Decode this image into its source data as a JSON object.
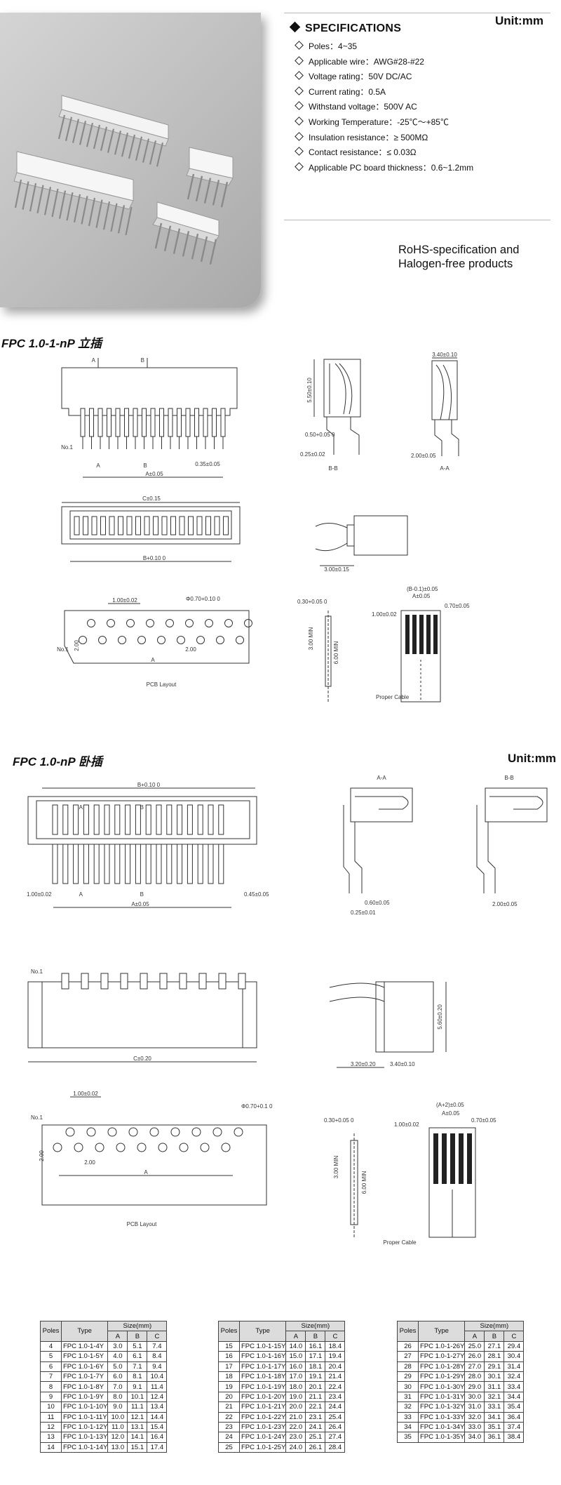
{
  "unit_label": "Unit:mm",
  "specs": {
    "title": "SPECIFICATIONS",
    "items": [
      "Poles：4~35",
      "Applicable wire：AWG#28-#22",
      "Voltage rating：50V DC/AC",
      "Current rating：0.5A",
      "Withstand voltage：500V AC",
      "Working Temperature：-25℃～+85℃",
      "Insulation resistance：≥ 500MΩ",
      "Contact resistance：≤ 0.03Ω",
      "Applicable PC board thickness：0.6~1.2mm"
    ]
  },
  "rohs": {
    "line1": "RoHS-specification and",
    "line2": "Halogen-free products"
  },
  "section1": {
    "title": "FPC 1.0-1-nP 立插",
    "labels": {
      "a": "A",
      "b": "B",
      "no1": "No.1",
      "a_dim": "A±0.05",
      "pitch": "0.35±0.05",
      "c_dim": "C±0.15",
      "b_dim": "B+0.10 0",
      "h": "5.50±0.10",
      "t1": "0.50+0.05 0",
      "t2": "0.25±0.02",
      "bb": "B-B",
      "w": "3.40±0.10",
      "w2": "2.00±0.05",
      "aa": "A-A",
      "side_w": "3.00±0.15",
      "p1": "1.00±0.02",
      "hole": "Φ0.70+0.10 0",
      "row": "2.00",
      "row2": "2.00",
      "pcb": "PCB Layout",
      "ct": "0.30+0.05 0",
      "cmin": "3.00 MIN",
      "cmin2": "6.00 MIN",
      "cp": "1.00±0.02",
      "cb": "(B-0.1)±0.05",
      "ca": "A±0.05",
      "cw": "0.70±0.05",
      "cable": "Proper Cable"
    }
  },
  "section2": {
    "title": "FPC 1.0-nP 卧插",
    "labels": {
      "b_dim": "B+0.10 0",
      "a": "A",
      "b": "B",
      "p": "1.00±0.02",
      "pw": "0.45±0.05",
      "a_dim": "A±0.05",
      "aa": "A-A",
      "bb": "B-B",
      "t1": "0.60±0.05",
      "t2": "0.25±0.01",
      "w2": "2.00±0.05",
      "no1": "No.1",
      "c_dim": "C±0.20",
      "h": "5.60±0.20",
      "s1": "3.20±0.20",
      "s2": "3.40±0.10",
      "pp": "1.00±0.02",
      "hole": "Φ0.70+0.1 0",
      "row": "2.00",
      "ap": "A",
      "pcb": "PCB Layout",
      "ct": "0.30+0.05 0",
      "cmin": "3.00 MIN",
      "cmin2": "6.00 MIN",
      "cp": "1.00±0.02",
      "ca2": "(A+2)±0.05",
      "ca": "A±0.05",
      "cw": "0.70±0.05",
      "cable": "Proper Cable"
    }
  },
  "table": {
    "headers": {
      "poles": "Poles",
      "type": "Type",
      "size": "Size(mm)",
      "a": "A",
      "b": "B",
      "c": "C"
    },
    "groups": [
      [
        [
          "4",
          "FPC 1.0-1-4Y",
          "3.0",
          "5.1",
          "7.4"
        ],
        [
          "5",
          "FPC 1.0-1-5Y",
          "4.0",
          "6.1",
          "8.4"
        ],
        [
          "6",
          "FPC 1.0-1-6Y",
          "5.0",
          "7.1",
          "9.4"
        ],
        [
          "7",
          "FPC 1.0-1-7Y",
          "6.0",
          "8.1",
          "10.4"
        ],
        [
          "8",
          "FPC 1.0-1-8Y",
          "7.0",
          "9.1",
          "11.4"
        ],
        [
          "9",
          "FPC 1.0-1-9Y",
          "8.0",
          "10.1",
          "12.4"
        ],
        [
          "10",
          "FPC 1.0-1-10Y",
          "9.0",
          "11.1",
          "13.4"
        ],
        [
          "11",
          "FPC 1.0-1-11Y",
          "10.0",
          "12.1",
          "14.4"
        ],
        [
          "12",
          "FPC 1.0-1-12Y",
          "11.0",
          "13.1",
          "15.4"
        ],
        [
          "13",
          "FPC 1.0-1-13Y",
          "12.0",
          "14.1",
          "16.4"
        ],
        [
          "14",
          "FPC 1.0-1-14Y",
          "13.0",
          "15.1",
          "17.4"
        ]
      ],
      [
        [
          "15",
          "FPC 1.0-1-15Y",
          "14.0",
          "16.1",
          "18.4"
        ],
        [
          "16",
          "FPC 1.0-1-16Y",
          "15.0",
          "17.1",
          "19.4"
        ],
        [
          "17",
          "FPC 1.0-1-17Y",
          "16.0",
          "18.1",
          "20.4"
        ],
        [
          "18",
          "FPC 1.0-1-18Y",
          "17.0",
          "19.1",
          "21.4"
        ],
        [
          "19",
          "FPC 1.0-1-19Y",
          "18.0",
          "20.1",
          "22.4"
        ],
        [
          "20",
          "FPC 1.0-1-20Y",
          "19.0",
          "21.1",
          "23.4"
        ],
        [
          "21",
          "FPC 1.0-1-21Y",
          "20.0",
          "22.1",
          "24.4"
        ],
        [
          "22",
          "FPC 1.0-1-22Y",
          "21.0",
          "23.1",
          "25.4"
        ],
        [
          "23",
          "FPC 1.0-1-23Y",
          "22.0",
          "24.1",
          "26.4"
        ],
        [
          "24",
          "FPC 1.0-1-24Y",
          "23.0",
          "25.1",
          "27.4"
        ],
        [
          "25",
          "FPC 1.0-1-25Y",
          "24.0",
          "26.1",
          "28.4"
        ]
      ],
      [
        [
          "26",
          "FPC 1.0-1-26Y",
          "25.0",
          "27.1",
          "29.4"
        ],
        [
          "27",
          "FPC 1.0-1-27Y",
          "26.0",
          "28.1",
          "30.4"
        ],
        [
          "28",
          "FPC 1.0-1-28Y",
          "27.0",
          "29.1",
          "31.4"
        ],
        [
          "29",
          "FPC 1.0-1-29Y",
          "28.0",
          "30.1",
          "32.4"
        ],
        [
          "30",
          "FPC 1.0-1-30Y",
          "29.0",
          "31.1",
          "33.4"
        ],
        [
          "31",
          "FPC 1.0-1-31Y",
          "30.0",
          "32.1",
          "34.4"
        ],
        [
          "32",
          "FPC 1.0-1-32Y",
          "31.0",
          "33.1",
          "35.4"
        ],
        [
          "33",
          "FPC 1.0-1-33Y",
          "32.0",
          "34.1",
          "36.4"
        ],
        [
          "34",
          "FPC 1.0-1-34Y",
          "33.0",
          "35.1",
          "37.4"
        ],
        [
          "35",
          "FPC 1.0-1-35Y",
          "34.0",
          "36.1",
          "38.4"
        ]
      ]
    ]
  }
}
